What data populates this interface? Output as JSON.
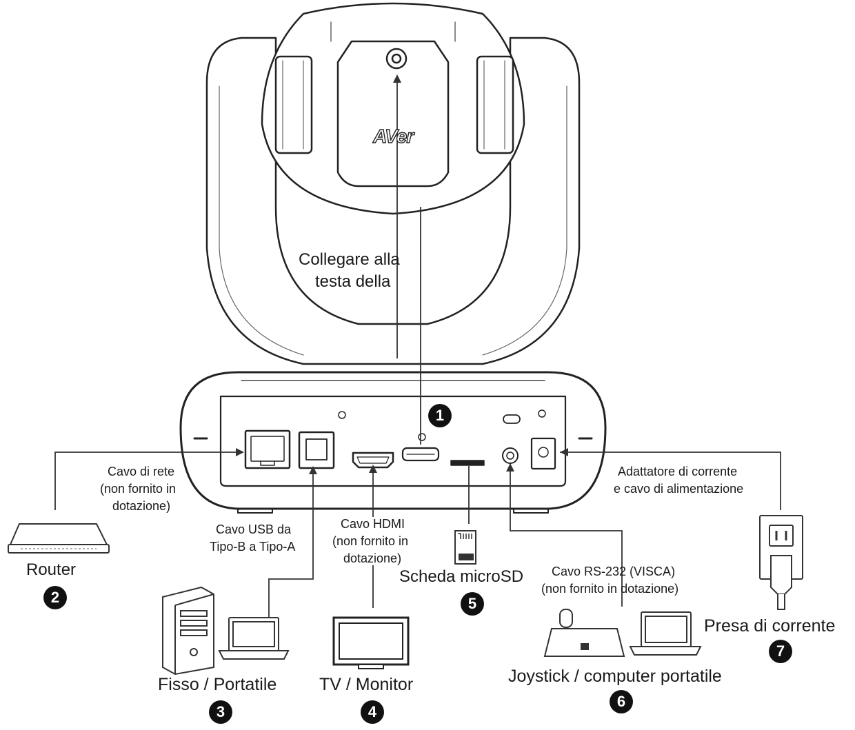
{
  "brand": {
    "logo": "AVer"
  },
  "callouts": {
    "camera_head": {
      "line1": "Collegare alla",
      "line2": "testa della",
      "number": "1"
    },
    "router": {
      "cable_line1": "Cavo di rete",
      "cable_line2": "(non fornito in",
      "cable_line3": "dotazione)",
      "device": "Router",
      "number": "2"
    },
    "pc": {
      "cable_line1": "Cavo USB da",
      "cable_line2": "Tipo-B a Tipo-A",
      "device": "Fisso / Portatile",
      "number": "3"
    },
    "tv": {
      "cable_line1": "Cavo HDMI",
      "cable_line2": "(non fornito in",
      "cable_line3": "dotazione)",
      "device": "TV / Monitor",
      "number": "4"
    },
    "microsd": {
      "device": "Scheda microSD",
      "number": "5"
    },
    "joystick": {
      "cable_line1": "Cavo RS-232 (VISCA)",
      "cable_line2": "(non fornito in dotazione)",
      "device": "Joystick / computer portatile",
      "number": "6"
    },
    "power": {
      "cable_line1": "Adattatore di corrente",
      "cable_line2": "e cavo di alimentazione",
      "device": "Presa di corrente",
      "number": "7"
    }
  }
}
